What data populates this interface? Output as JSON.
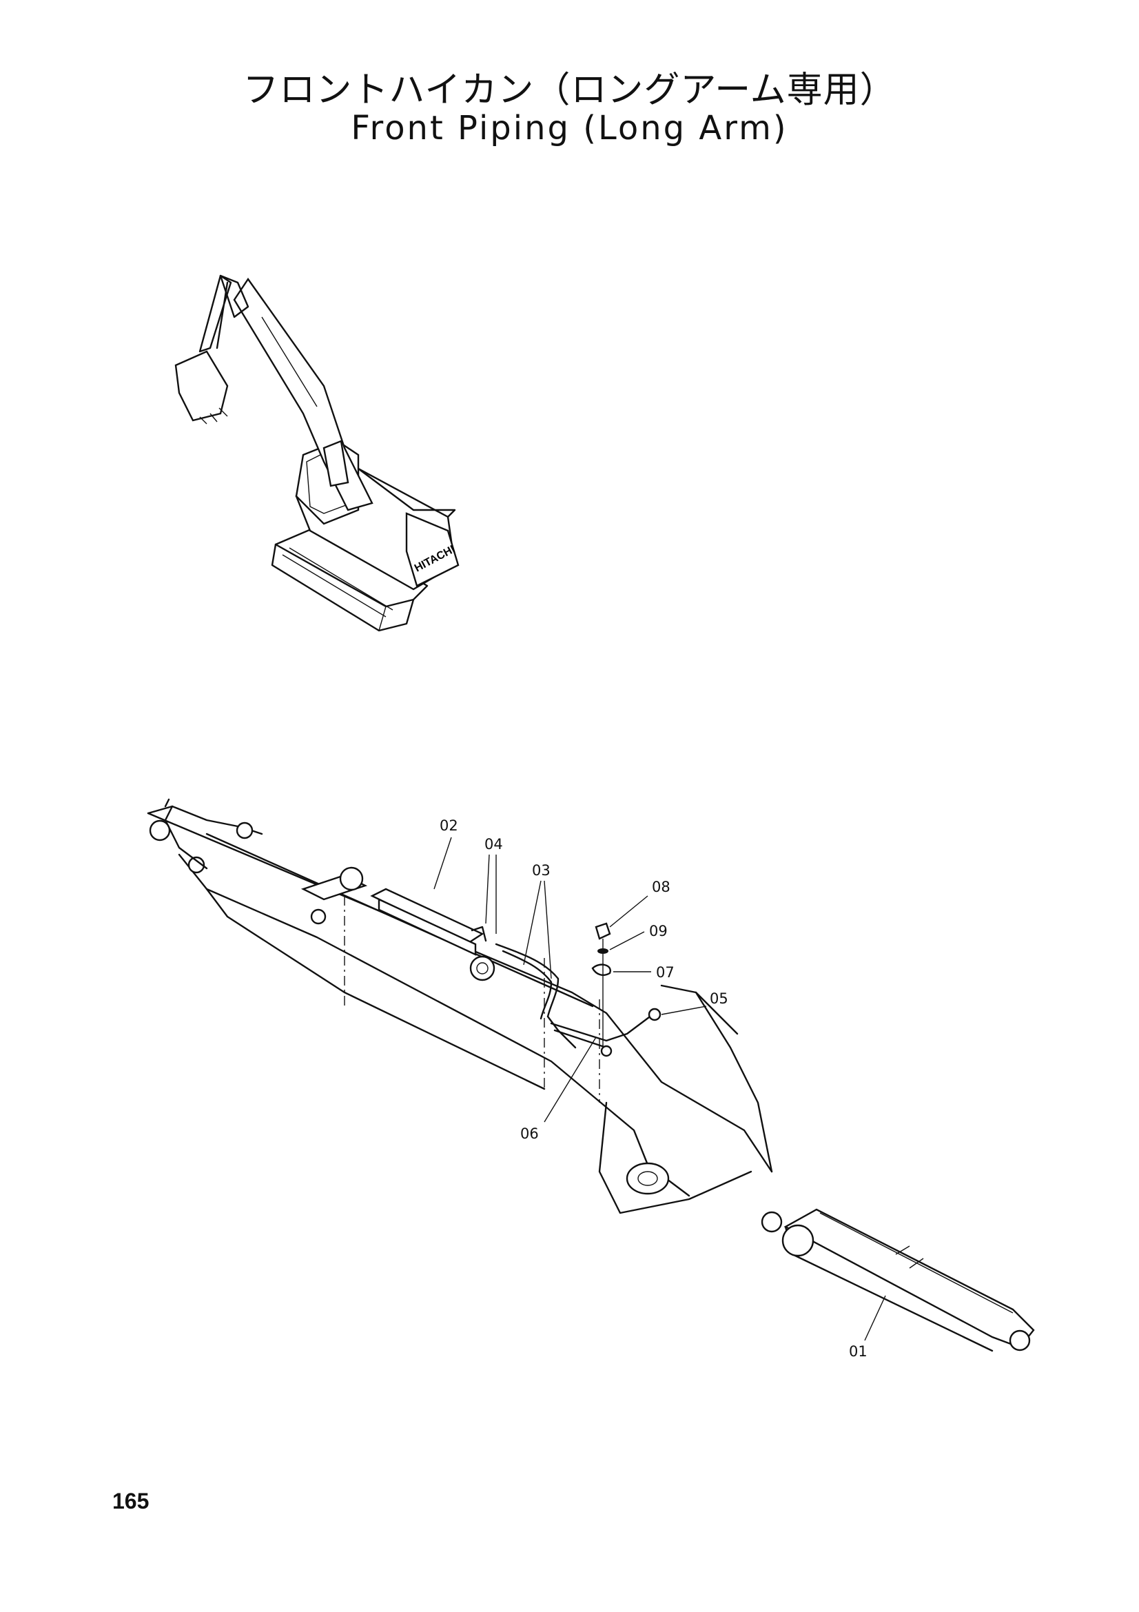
{
  "title": {
    "japanese": "フロントハイカン（ロングアーム専用）",
    "english": "Front Piping (Long Arm)"
  },
  "callouts": [
    "02",
    "04",
    "03",
    "08",
    "09",
    "07",
    "05",
    "06",
    "01"
  ],
  "page_number": "165"
}
